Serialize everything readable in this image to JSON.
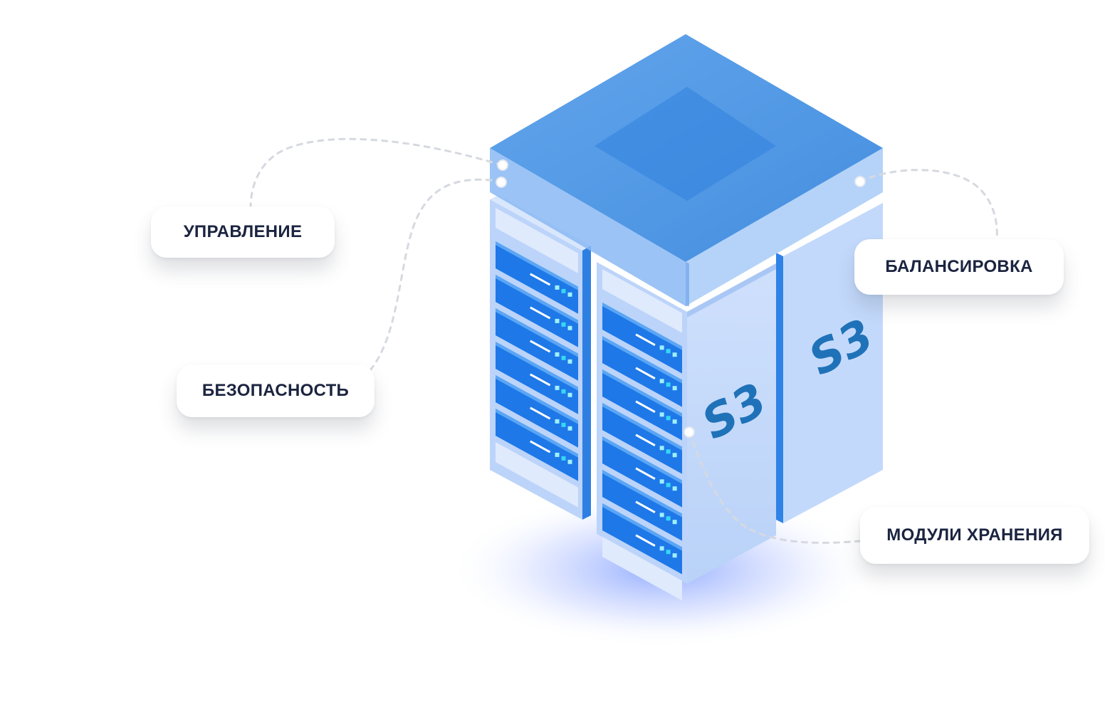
{
  "callouts": {
    "management": "УПРАВЛЕНИЕ",
    "security": "БЕЗОПАСНОСТЬ",
    "balancing": "БАЛАНСИРОВКА",
    "storage_modules": "МОДУЛИ ХРАНЕНИЯ"
  },
  "server": {
    "front_label": "S3",
    "side_label": "S3"
  },
  "colors": {
    "text": "#1b2440",
    "rack_light": "#c6dbfb",
    "rack_blue": "#2f83e6",
    "top_blue": "#3f8fe2",
    "logo": "#1f72b8"
  }
}
